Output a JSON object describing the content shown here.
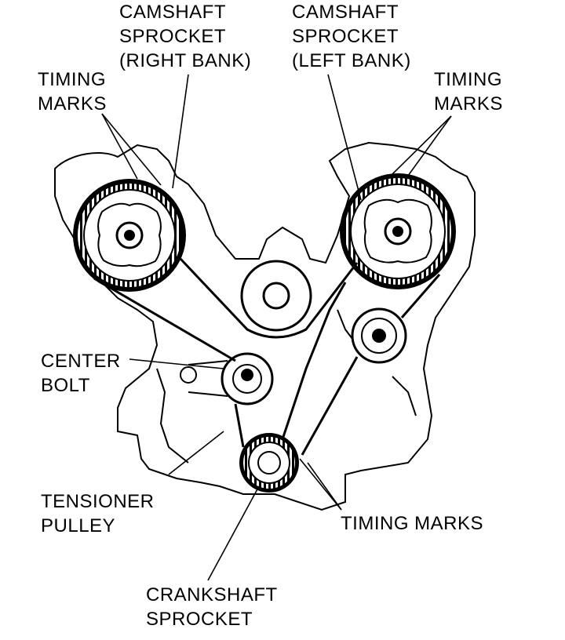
{
  "labels": {
    "cam_right": {
      "line1": "CAMSHAFT",
      "line2": "SPROCKET",
      "line3": "(RIGHT BANK)"
    },
    "cam_left": {
      "line1": "CAMSHAFT",
      "line2": "SPROCKET",
      "line3": "(LEFT BANK)"
    },
    "timing_left": {
      "line1": "TIMING",
      "line2": "MARKS"
    },
    "timing_right": {
      "line1": "TIMING",
      "line2": "MARKS"
    },
    "center_bolt": {
      "line1": "CENTER",
      "line2": "BOLT"
    },
    "tensioner": {
      "line1": "TENSIONER",
      "line2": "PULLEY"
    },
    "timing_bottom": "TIMING MARKS",
    "crankshaft": {
      "line1": "CRANKSHAFT",
      "line2": "SPROCKET"
    }
  }
}
